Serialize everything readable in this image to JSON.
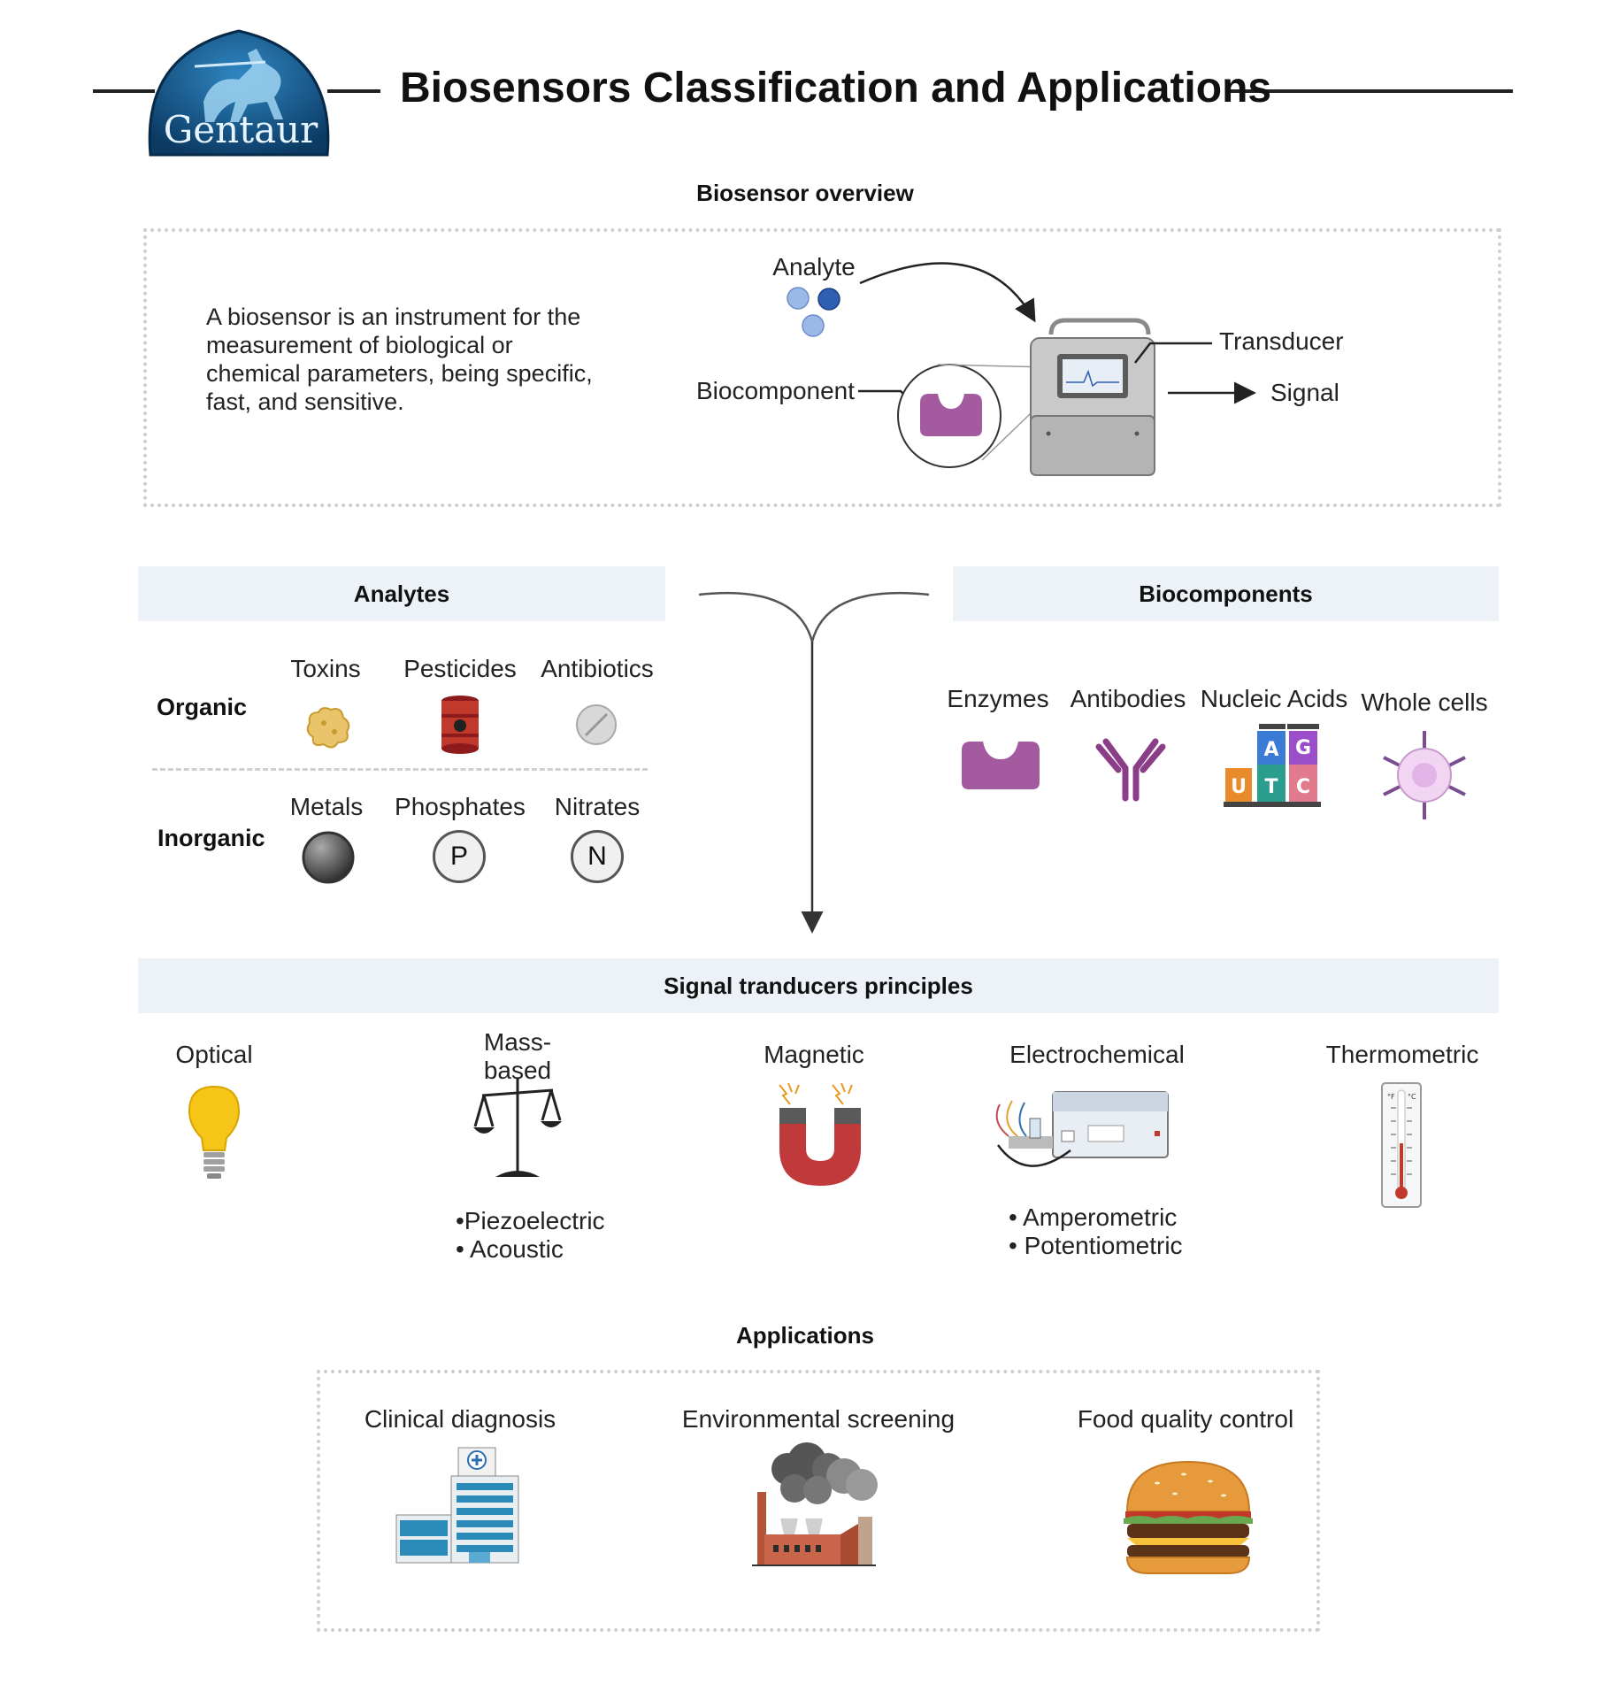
{
  "header": {
    "title": "Biosensors Classification and Applications",
    "logo_text": "Gentaur"
  },
  "overview": {
    "heading": "Biosensor overview",
    "description": "A biosensor is an instrument for the measurement of biological or chemical parameters, being specific, fast, and sensitive.",
    "labels": {
      "analyte": "Analyte",
      "biocomponent": "Biocomponent",
      "transducer": "Transducer",
      "signal": "Signal"
    }
  },
  "analytes": {
    "heading": "Analytes",
    "organic": {
      "label": "Organic",
      "items": [
        "Toxins",
        "Pesticides",
        "Antibiotics"
      ]
    },
    "inorganic": {
      "label": "Inorganic",
      "items": [
        "Metals",
        "Phosphates",
        "Nitrates"
      ],
      "symbols": [
        "P",
        "N"
      ]
    }
  },
  "biocomponents": {
    "heading": "Biocomponents",
    "items": [
      "Enzymes",
      "Antibodies",
      "Nucleic Acids",
      "Whole cells"
    ],
    "nucleotides": [
      "A",
      "G",
      "U",
      "T",
      "C"
    ]
  },
  "transducers": {
    "heading": "Signal tranducers principles",
    "items": [
      {
        "label": "Optical"
      },
      {
        "label": "Mass-\nbased",
        "bullets": [
          "•Piezoelectric",
          "• Acoustic"
        ]
      },
      {
        "label": "Magnetic"
      },
      {
        "label": "Electrochemical",
        "bullets": [
          "• Amperometric",
          "• Potentiometric"
        ]
      },
      {
        "label": "Thermometric"
      }
    ],
    "thermometer_units": [
      "°F",
      "°C"
    ]
  },
  "applications": {
    "heading": "Applications",
    "items": [
      "Clinical diagnosis",
      "Environmental screening",
      "Food quality control"
    ]
  },
  "colors": {
    "band": "#edf1f8",
    "enzyme": "#a35a9e",
    "antibody": "#8b3d87",
    "bulb": "#f5c518",
    "magnet": "#c0393b",
    "logo_bg": "#0b4a7a"
  }
}
